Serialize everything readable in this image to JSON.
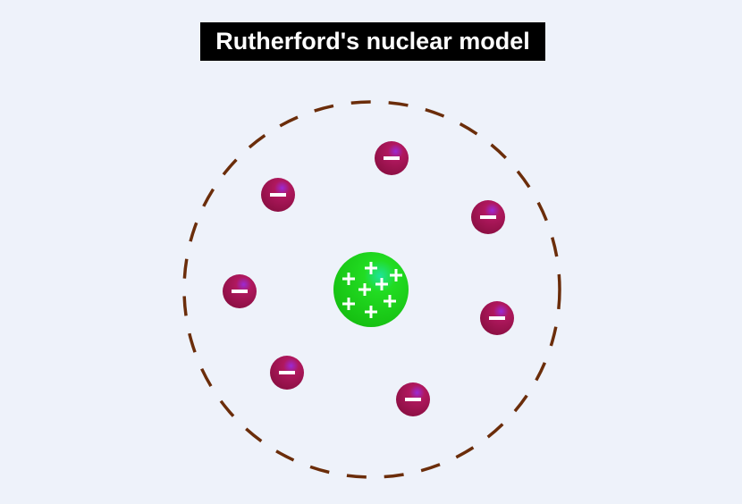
{
  "title": "Rutherford's nuclear model",
  "colors": {
    "orbit": "#6b2d0a",
    "nucleus": "#22d61a",
    "electron": "#a01250",
    "background": "#eef2fa"
  },
  "nucleus": {
    "charge_symbol": "+",
    "proton_count": 8
  },
  "electrons": {
    "charge_symbol": "−",
    "count": 7
  }
}
